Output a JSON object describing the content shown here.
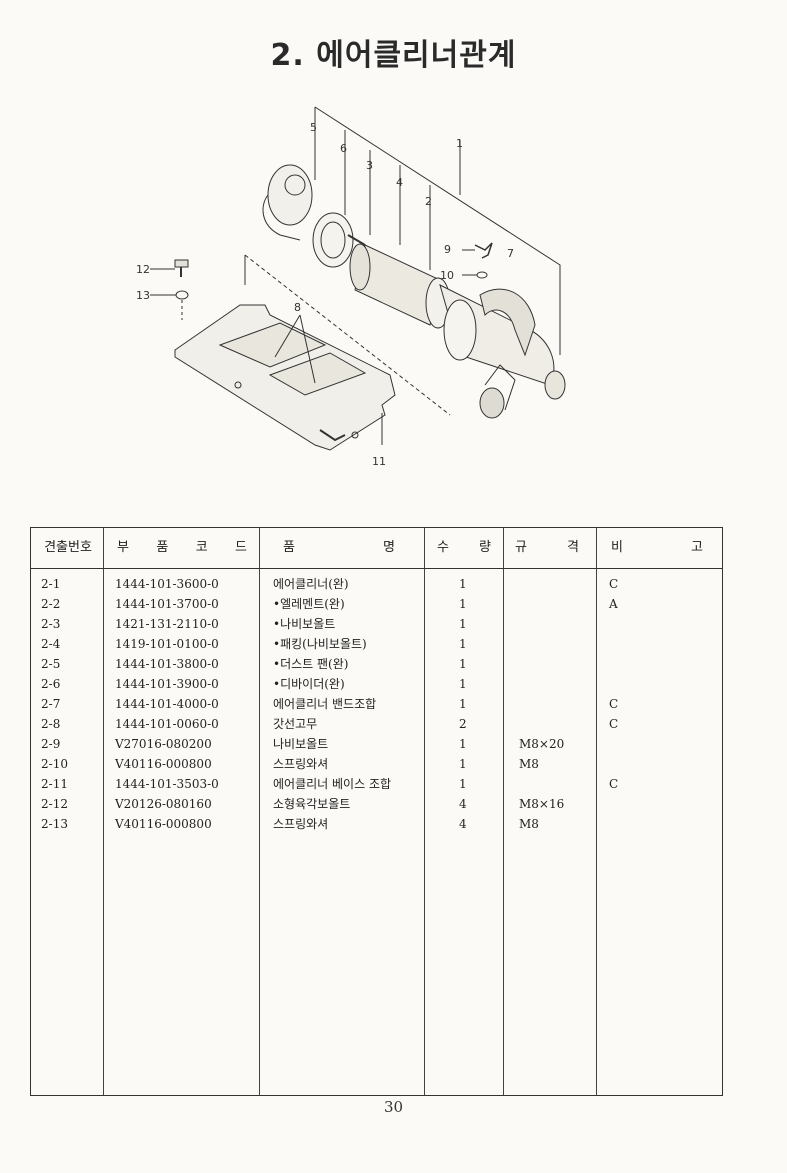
{
  "page": {
    "title": "2. 에어클리너관계",
    "page_number": "30"
  },
  "diagram": {
    "callouts": [
      "1",
      "2",
      "3",
      "4",
      "5",
      "6",
      "7",
      "8",
      "9",
      "10",
      "11",
      "12",
      "13"
    ]
  },
  "table": {
    "headers": {
      "index": "견출번호",
      "code": [
        "부",
        "품",
        "코",
        "드"
      ],
      "name": [
        "품",
        "명"
      ],
      "qty": [
        "수",
        "량"
      ],
      "spec": [
        "규",
        "격"
      ],
      "remark": [
        "비",
        "고"
      ]
    },
    "rows": [
      {
        "index": "2-1",
        "code": "1444-101-3600-0",
        "name": "에어클리너(완)",
        "qty": "1",
        "spec": "",
        "remark": "C"
      },
      {
        "index": "2-2",
        "code": "1444-101-3700-0",
        "name": "•엘레멘트(완)",
        "qty": "1",
        "spec": "",
        "remark": "A"
      },
      {
        "index": "2-3",
        "code": "1421-131-2110-0",
        "name": "•나비보올트",
        "qty": "1",
        "spec": "",
        "remark": ""
      },
      {
        "index": "2-4",
        "code": "1419-101-0100-0",
        "name": "•패킹(나비보올트)",
        "qty": "1",
        "spec": "",
        "remark": ""
      },
      {
        "index": "2-5",
        "code": "1444-101-3800-0",
        "name": "•더스트 팬(완)",
        "qty": "1",
        "spec": "",
        "remark": ""
      },
      {
        "index": "2-6",
        "code": "1444-101-3900-0",
        "name": "•디바이더(완)",
        "qty": "1",
        "spec": "",
        "remark": ""
      },
      {
        "index": "2-7",
        "code": "1444-101-4000-0",
        "name": "에어클리너 밴드조합",
        "qty": "1",
        "spec": "",
        "remark": "C"
      },
      {
        "index": "2-8",
        "code": "1444-101-0060-0",
        "name": "갓선고무",
        "qty": "2",
        "spec": "",
        "remark": "C"
      },
      {
        "index": "2-9",
        "code": "V27016-080200",
        "name": "나비보올트",
        "qty": "1",
        "spec": "M8×20",
        "remark": ""
      },
      {
        "index": "2-10",
        "code": "V40116-000800",
        "name": "스프링와셔",
        "qty": "1",
        "spec": "M8",
        "remark": ""
      },
      {
        "index": "2-11",
        "code": "1444-101-3503-0",
        "name": "에어클리너 베이스 조합",
        "qty": "1",
        "spec": "",
        "remark": "C"
      },
      {
        "index": "2-12",
        "code": "V20126-080160",
        "name": "소형육각보올트",
        "qty": "4",
        "spec": "M8×16",
        "remark": ""
      },
      {
        "index": "2-13",
        "code": "V40116-000800",
        "name": "스프링와셔",
        "qty": "4",
        "spec": "M8",
        "remark": ""
      }
    ]
  }
}
